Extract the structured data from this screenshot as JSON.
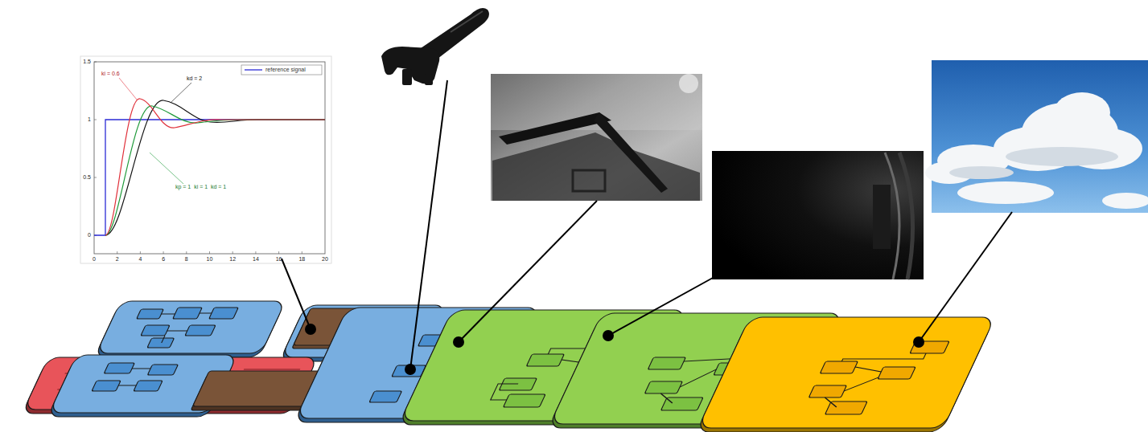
{
  "diagram": {
    "labels": [
      "1.5",
      "1",
      "0.5",
      "0",
      "0",
      "2",
      "4",
      "6",
      "8",
      "10",
      "12",
      "14",
      "16",
      "18",
      "20",
      "ki = 0.6",
      "kd = 2",
      "kp = 1  ki = 1  kd = 1"
    ],
    "legend": [
      {
        "text": "reference signal"
      }
    ]
  }
}
